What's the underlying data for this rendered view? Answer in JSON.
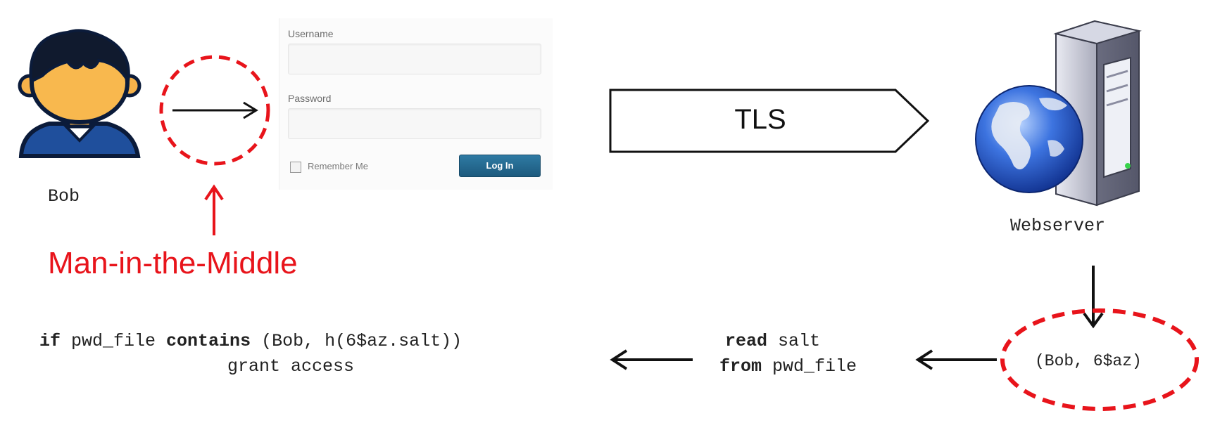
{
  "user": {
    "name": "Bob"
  },
  "login_form": {
    "username_label": "Username",
    "password_label": "Password",
    "remember_label": "Remember Me",
    "login_button": "Log In"
  },
  "channel": {
    "label": "TLS"
  },
  "attacker": {
    "label": "Man-in-the-Middle"
  },
  "server": {
    "label": "Webserver"
  },
  "stored_record": {
    "text": "(Bob, 6$az)"
  },
  "read_step": {
    "line1_keyword": "read",
    "line1_rest": " salt",
    "line2_keyword": "from",
    "line2_rest": " pwd_file"
  },
  "check_step": {
    "kw_if": "if",
    "pwd_file": " pwd_file ",
    "kw_contains": "contains",
    "tuple": " (Bob, h(6$az.salt))",
    "line2": "grant access"
  },
  "colors": {
    "attacker": "#e8141b",
    "globe": "#2b5fd0",
    "server_body": "#c9cbd8"
  }
}
